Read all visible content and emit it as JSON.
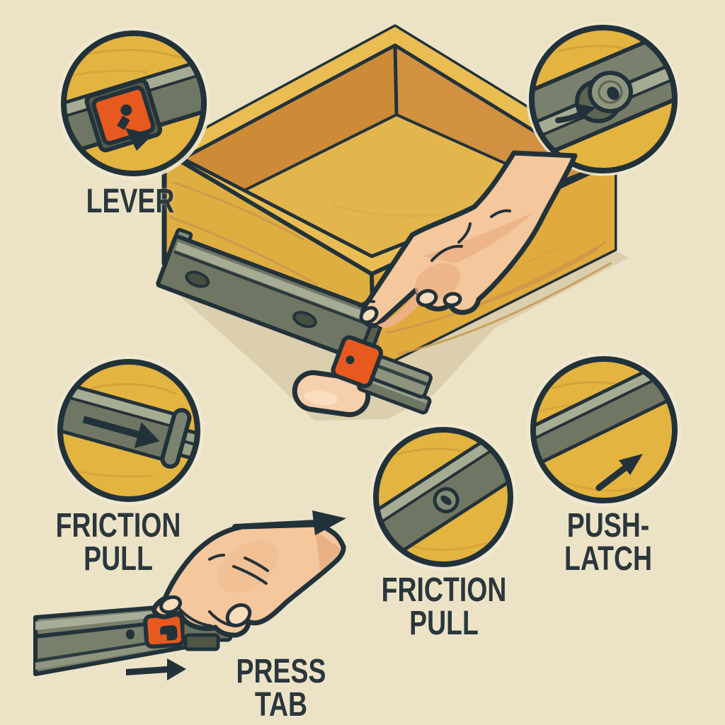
{
  "illustration": {
    "labels": {
      "lever": "LEVER",
      "friction_pull_left": {
        "line1": "FRICTION",
        "line2": "PULL"
      },
      "press_tab": {
        "line1": "PRESS",
        "line2": "TAB"
      },
      "friction_pull_center": {
        "line1": "FRICTION",
        "line2": "PULL"
      },
      "push_latch": {
        "line1": "PUSH-",
        "line2": "LATCH"
      }
    },
    "icons": {
      "callout_lever": "lever-clip-with-down-arrow-icon",
      "callout_roller": "roller-disc-with-right-arrow-icon",
      "callout_friction_left": "rail-end-right-arrow-icon",
      "callout_friction_center": "rail-rivet-icon",
      "callout_push_latch": "up-right-arrow-icon",
      "press_tab_scene": "hand-pressing-orange-tab-icon"
    },
    "colors": {
      "background": "#ece3c6",
      "outline": "#22323a",
      "callout_yellow": "#e4b441",
      "wood_face": "#dfae41",
      "wood_rim": "#e9bd52",
      "wood_interior_wall": "#cd8b38",
      "wood_floor": "#e3b54d",
      "rail_gray": "#6f7663",
      "rail_light": "#a6ab93",
      "tab_orange": "#e7591e",
      "skin": "#f4c79d",
      "shadow": "#dbcfad",
      "label_text": "#2b373c"
    }
  }
}
